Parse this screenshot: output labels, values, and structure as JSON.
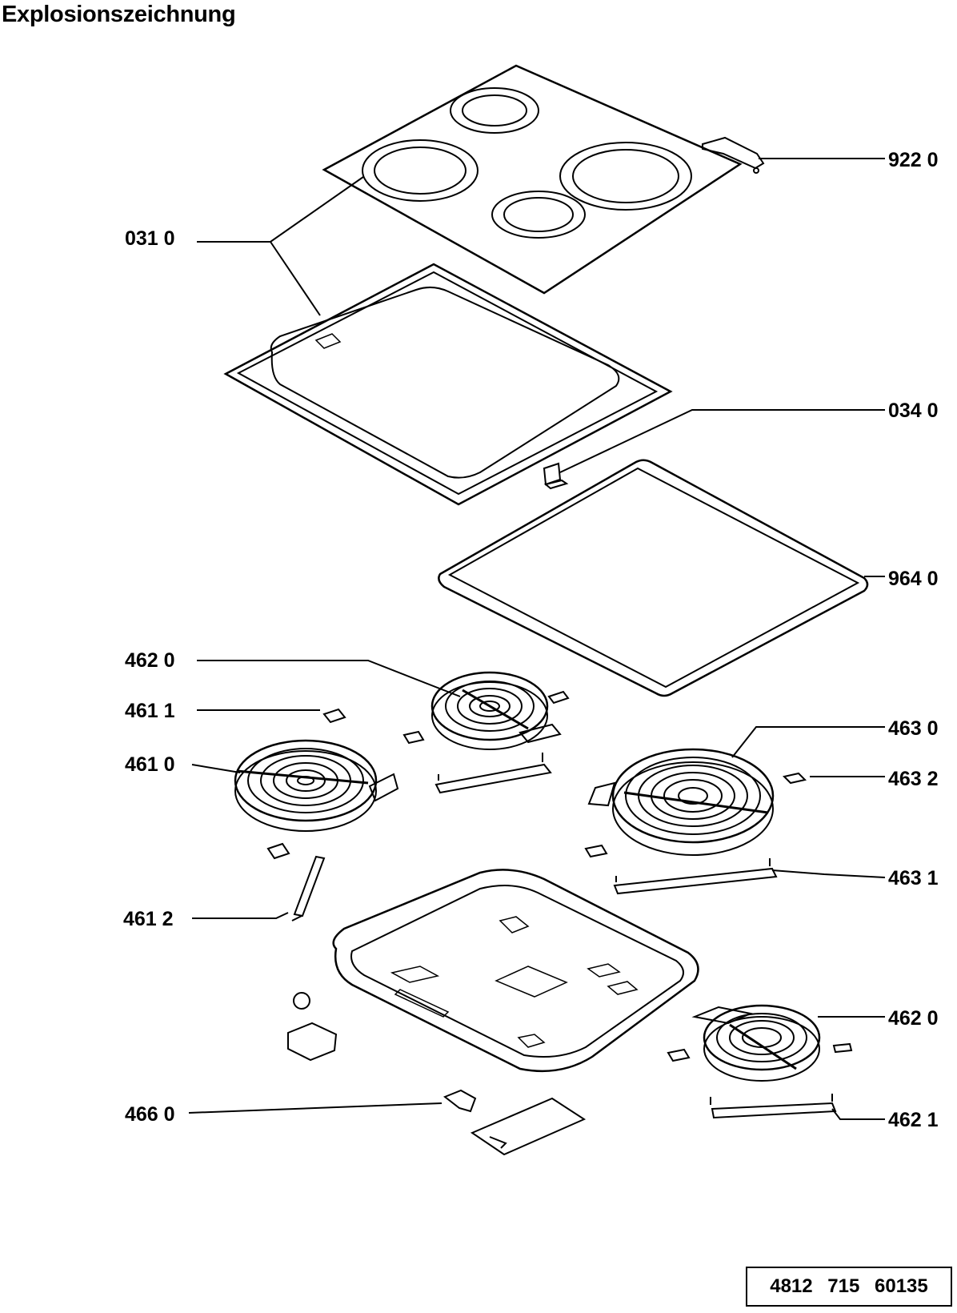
{
  "page": {
    "title": "Explosionszeichnung",
    "document_number": "4812  715  60135"
  },
  "parts": [
    {
      "label": "922 0",
      "component": "clip-bracket"
    },
    {
      "label": "031 0",
      "component": "glass-ceramic-hob"
    },
    {
      "label": "034 0",
      "component": "fixing-clip"
    },
    {
      "label": "964 0",
      "component": "seal-gasket"
    },
    {
      "label": "462 0",
      "component": "radiant-heater-small"
    },
    {
      "label": "461 1",
      "component": "heater-mount"
    },
    {
      "label": "463 0",
      "component": "radiant-heater-large"
    },
    {
      "label": "461 0",
      "component": "radiant-heater-medium"
    },
    {
      "label": "463 2",
      "component": "heater-mount"
    },
    {
      "label": "463 1",
      "component": "support-bar"
    },
    {
      "label": "461 2",
      "component": "support-bar"
    },
    {
      "label": "462 0",
      "component": "radiant-heater-small"
    },
    {
      "label": "466 0",
      "component": "bracket"
    },
    {
      "label": "462 1",
      "component": "support-bar"
    }
  ]
}
